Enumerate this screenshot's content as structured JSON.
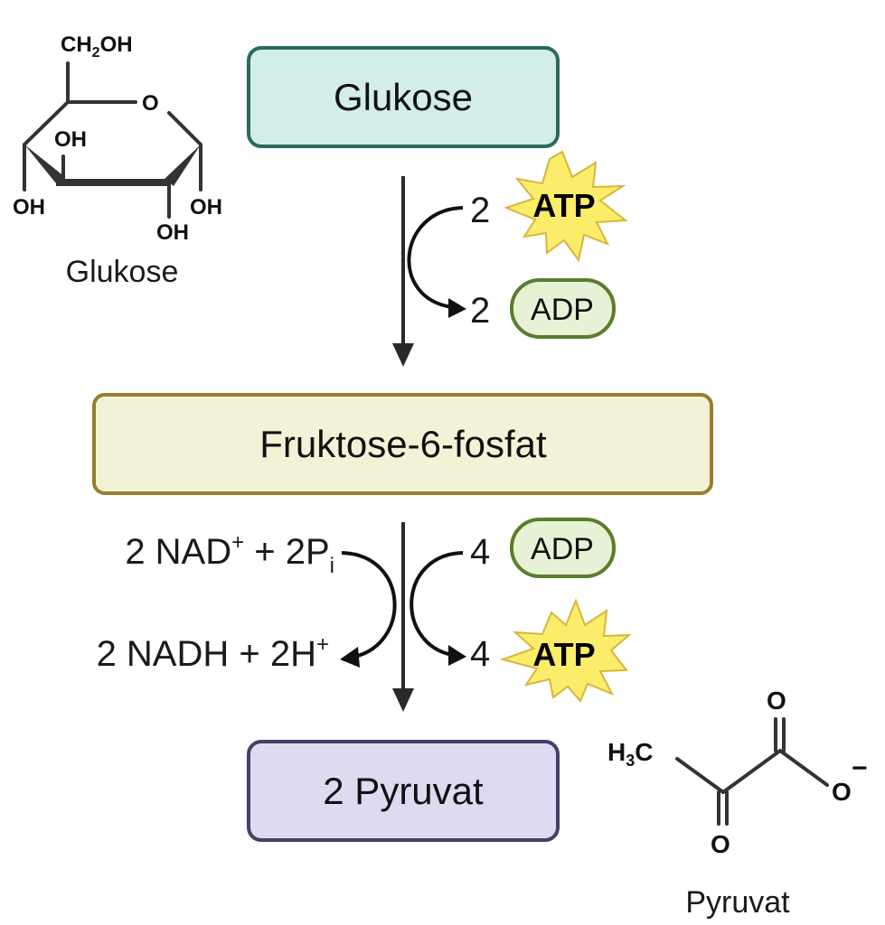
{
  "diagram": {
    "title": "Glykolyse",
    "boxes": {
      "glucose": {
        "label": "Glukose",
        "fill": "#d3ede9",
        "stroke": "#2a6b5e"
      },
      "fructose": {
        "label": "Fruktose-6-fosfat",
        "fill": "#f4f2d6",
        "stroke": "#9a7d2c"
      },
      "pyruvate": {
        "label": "2 Pyruvat",
        "fill": "#dcdbf2",
        "stroke": "#463f66"
      }
    },
    "step1": {
      "in_coef": "2",
      "in_molecule": "ATP",
      "out_coef": "2",
      "out_molecule": "ADP"
    },
    "step2": {
      "left_in": {
        "a": "2 NAD",
        "a_sup": "+",
        "b": " + 2P",
        "b_sub": "i"
      },
      "left_out": {
        "a": "2 NADH + 2H",
        "a_sup": "+"
      },
      "right_in_coef": "4",
      "right_in_molecule": "ADP",
      "right_out_coef": "4",
      "right_out_molecule": "ATP"
    },
    "colors": {
      "atp_fill": "#fbed6a",
      "atp_stroke": "#d7b53c",
      "adp_fill": "#e6f2d6",
      "adp_stroke": "#5a7d2e",
      "arrow": "#1a1a1a"
    },
    "structures": {
      "glucose": {
        "caption": "Glukose",
        "labels": {
          "ch2oh_a": "CH",
          "ch2oh_sub": "2",
          "ch2oh_b": "OH",
          "ring_o": "O",
          "oh_top": "OH",
          "oh_left": "OH",
          "oh_bottom": "OH",
          "oh_right": "OH"
        }
      },
      "pyruvate": {
        "caption": "Pyruvat",
        "labels": {
          "h3c_a": "H",
          "h3c_sub": "3",
          "h3c_b": "C",
          "o_top": "O",
          "o_bottom": "O",
          "o_minus": "O",
          "charge": "−"
        }
      }
    }
  }
}
